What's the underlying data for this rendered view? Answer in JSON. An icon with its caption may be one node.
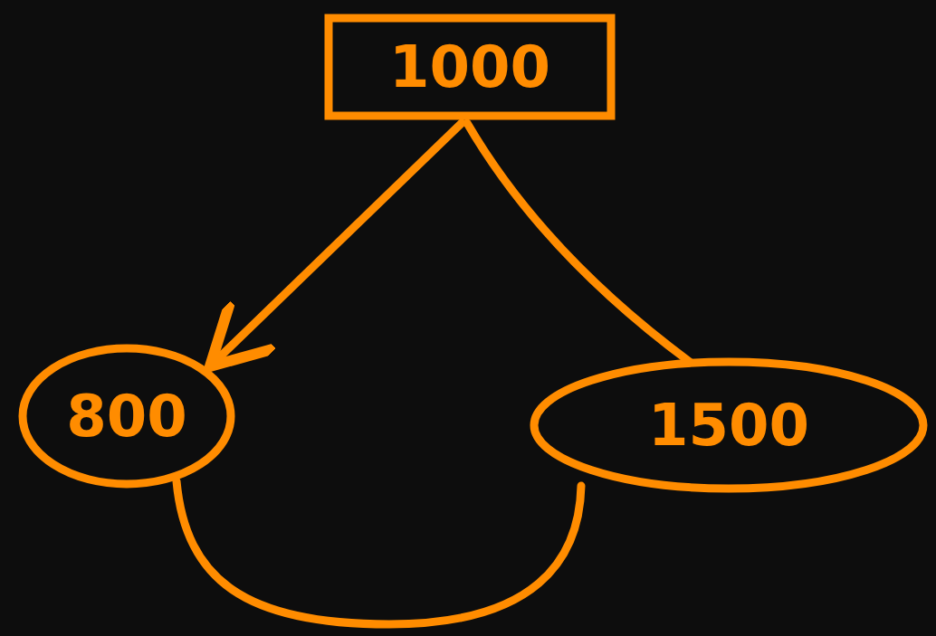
{
  "diagram": {
    "nodes": [
      {
        "text": [
          "1000"
        ]
      },
      {
        "text": [
          "800"
        ]
      },
      {
        "text": [
          "1500"
        ]
      }
    ],
    "edges": [
      {
        "from": 0,
        "to": 1,
        "arrow": "to"
      },
      {
        "from": 0,
        "to": 2,
        "arrow": "none"
      },
      {
        "from": 1,
        "to": 2,
        "arrow": "none"
      }
    ]
  }
}
